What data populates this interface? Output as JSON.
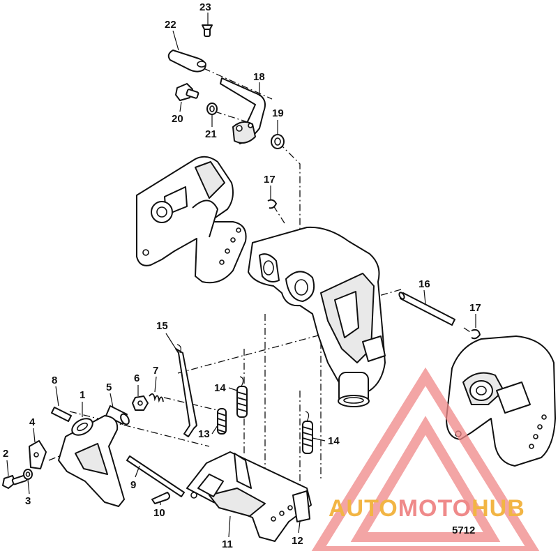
{
  "diagram": {
    "figure_number": "5712",
    "callouts": [
      {
        "id": "c23",
        "label": "23"
      },
      {
        "id": "c22",
        "label": "22"
      },
      {
        "id": "c18",
        "label": "18"
      },
      {
        "id": "c20",
        "label": "20"
      },
      {
        "id": "c21",
        "label": "21"
      },
      {
        "id": "c19",
        "label": "19"
      },
      {
        "id": "c17a",
        "label": "17"
      },
      {
        "id": "c16",
        "label": "16"
      },
      {
        "id": "c17b",
        "label": "17"
      },
      {
        "id": "c15",
        "label": "15"
      },
      {
        "id": "c8",
        "label": "8"
      },
      {
        "id": "c1",
        "label": "1"
      },
      {
        "id": "c5",
        "label": "5"
      },
      {
        "id": "c6",
        "label": "6"
      },
      {
        "id": "c7",
        "label": "7"
      },
      {
        "id": "c14a",
        "label": "14"
      },
      {
        "id": "c4",
        "label": "4"
      },
      {
        "id": "c13",
        "label": "13"
      },
      {
        "id": "c14b",
        "label": "14"
      },
      {
        "id": "c2",
        "label": "2"
      },
      {
        "id": "c9",
        "label": "9"
      },
      {
        "id": "c3",
        "label": "3"
      },
      {
        "id": "c10",
        "label": "10"
      },
      {
        "id": "c11",
        "label": "11"
      },
      {
        "id": "c12",
        "label": "12"
      }
    ]
  },
  "watermark": {
    "text_parts": [
      "AUTO",
      "MOTO",
      "HUB"
    ],
    "colors": [
      "#f2b544",
      "#ef8a8a",
      "#f2b544"
    ],
    "triangle_color": "#f08a8a"
  }
}
